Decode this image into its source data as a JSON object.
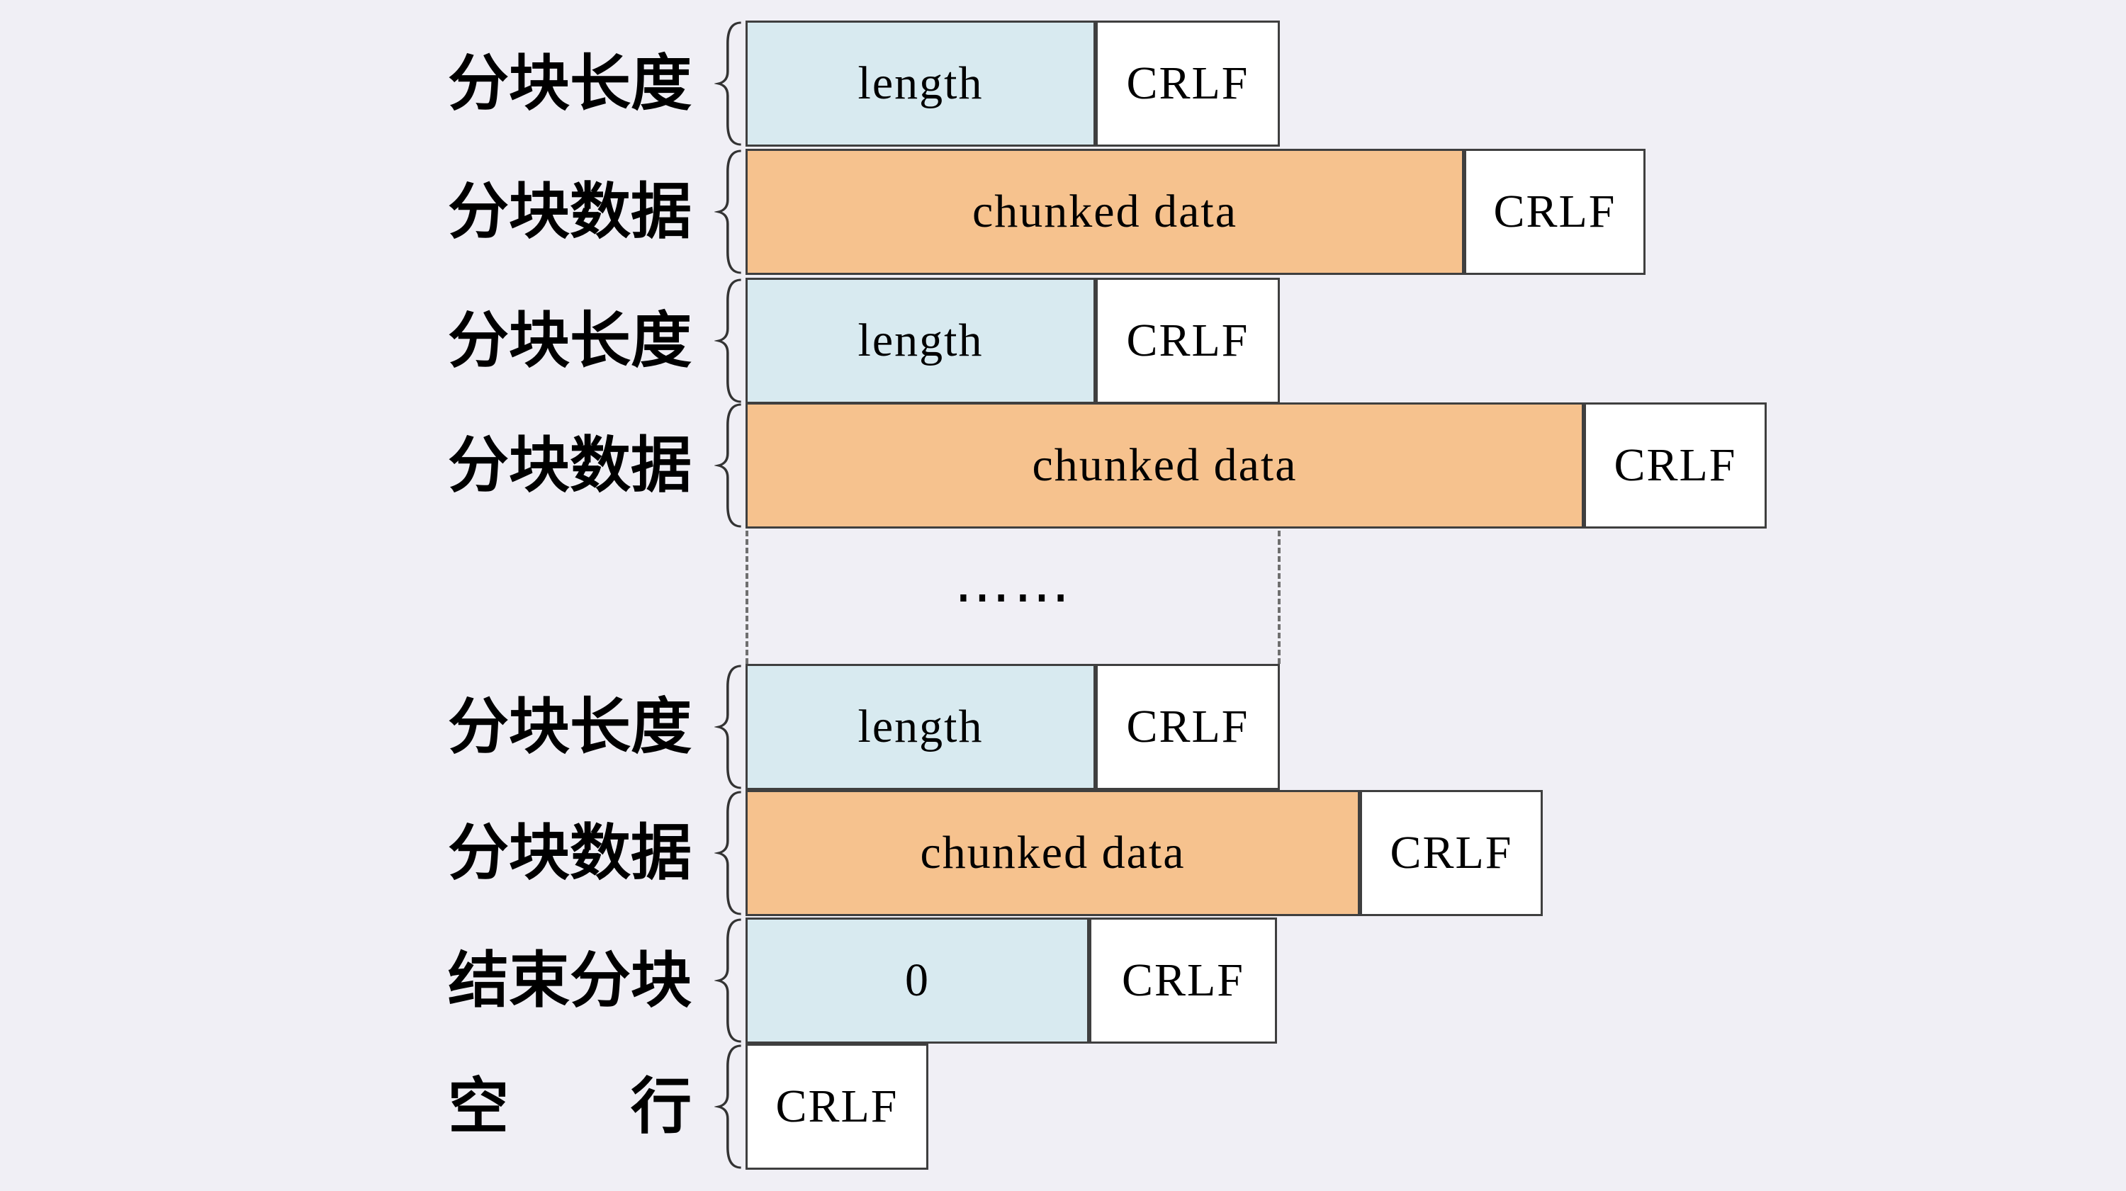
{
  "diagram": {
    "title_semantic": "HTTP chunked transfer encoding structure",
    "dots": "……",
    "rows": [
      {
        "label": "分块长度",
        "main": "length",
        "crlf": "CRLF"
      },
      {
        "label": "分块数据",
        "main": "chunked data",
        "crlf": "CRLF"
      },
      {
        "label": "分块长度",
        "main": "length",
        "crlf": "CRLF"
      },
      {
        "label": "分块数据",
        "main": "chunked data",
        "crlf": "CRLF"
      },
      {
        "label": "分块长度",
        "main": "length",
        "crlf": "CRLF"
      },
      {
        "label": "分块数据",
        "main": "chunked data",
        "crlf": "CRLF"
      },
      {
        "label": "结束分块",
        "main": "0",
        "crlf": "CRLF"
      },
      {
        "label": "空　　行",
        "crlf": "CRLF"
      }
    ],
    "colors": {
      "length_fill": "#d8eaf0",
      "data_fill": "#f6c28e",
      "crlf_fill": "#ffffff",
      "border": "#3f3f3f",
      "background": "#f0eff5"
    }
  }
}
